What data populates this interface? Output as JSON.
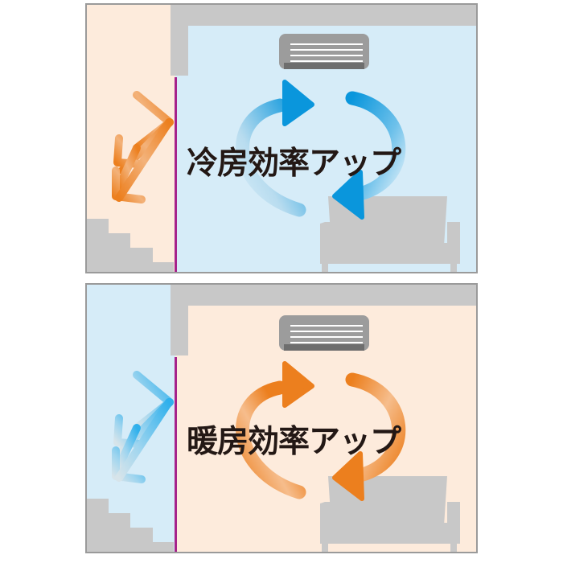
{
  "panels": [
    {
      "id": "cooling",
      "caption": "冷房効率アップ",
      "room_color": "#d6ecf8",
      "outside_color": "#fdebdc",
      "arrow_color": "#0a96dc",
      "leak_arrow_color": "#ec8a2e"
    },
    {
      "id": "heating",
      "caption": "暖房効率アップ",
      "room_color": "#fdebdc",
      "outside_color": "#d6ecf8",
      "arrow_color": "#ec7f1e",
      "leak_arrow_color": "#4cb8ea"
    }
  ],
  "colors": {
    "wall": "#c8c8c8",
    "border": "#9a9a9a",
    "partition": "#a6228a",
    "aircon": "#9c9c9c",
    "aircon_dark": "#6e6e6e",
    "sofa": "#c8c8c8",
    "text": "#231815"
  }
}
